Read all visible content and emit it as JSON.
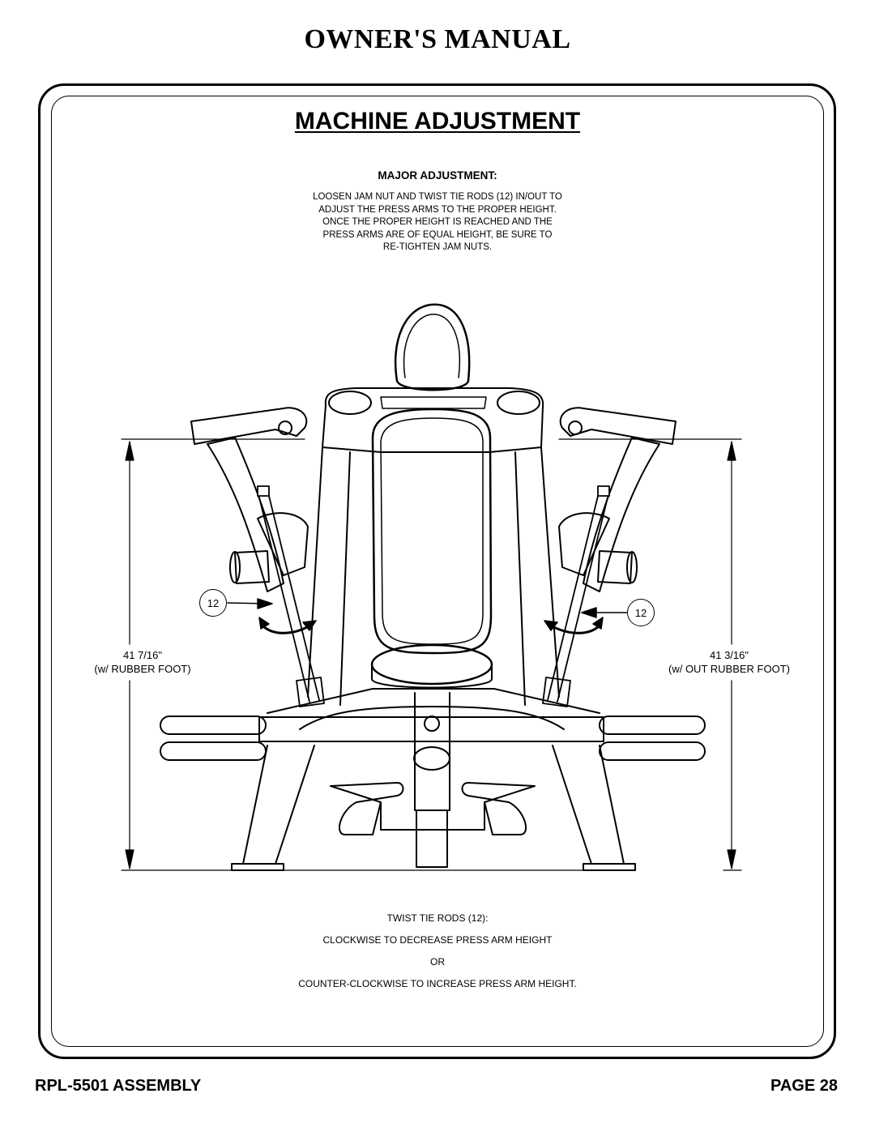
{
  "header": {
    "title": "OWNER'S MANUAL"
  },
  "section": {
    "title": "MACHINE ADJUSTMENT"
  },
  "major_adjustment": {
    "heading": "MAJOR ADJUSTMENT:",
    "lines": [
      "LOOSEN JAM NUT AND TWIST TIE RODS (12) IN/OUT TO",
      "ADJUST THE PRESS ARMS TO THE PROPER HEIGHT.",
      "ONCE THE PROPER HEIGHT IS REACHED AND THE",
      "PRESS ARMS ARE OF EQUAL HEIGHT, BE SURE TO",
      "RE-TIGHTEN JAM NUTS."
    ]
  },
  "diagram": {
    "left_dimension": {
      "value": "41 7/16\"",
      "note": "(w/ RUBBER FOOT)"
    },
    "right_dimension": {
      "value": "41 3/16\"",
      "note": "(w/ OUT RUBBER FOOT)"
    },
    "callout_left": "12",
    "callout_right": "12"
  },
  "instructions": {
    "lines": [
      "TWIST TIE RODS (12):",
      "CLOCKWISE TO DECREASE PRESS ARM HEIGHT",
      "OR",
      "COUNTER-CLOCKWISE TO INCREASE PRESS ARM HEIGHT."
    ]
  },
  "footer": {
    "model": "RPL-5501 ASSEMBLY",
    "page": "PAGE 28"
  }
}
